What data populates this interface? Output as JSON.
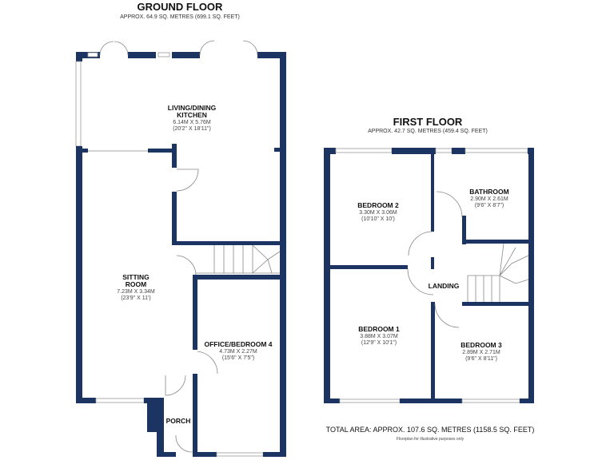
{
  "ground_floor": {
    "title": "GROUND FLOOR",
    "area": "APPROX. 64.9 SQ. METRES (699.1 SQ. FEET)",
    "rooms": [
      {
        "name_line1": "LIVING/DINING",
        "name_line2": "KITCHEN",
        "metric": "6.14M X 5.76M",
        "imperial": "(20'2\" X 18'11\")"
      },
      {
        "name_line1": "SITTING",
        "name_line2": "ROOM",
        "metric": "7.23M X 3.34M",
        "imperial": "(23'9\" X 11')"
      },
      {
        "name_line1": "OFFICE/BEDROOM 4",
        "metric": "4.73M X 2.27M",
        "imperial": "(15'6\" X 7'5\")"
      },
      {
        "name_line1": "PORCH"
      }
    ]
  },
  "first_floor": {
    "title": "FIRST FLOOR",
    "area": "APPROX. 42.7 SQ. METRES (459.4 SQ. FEET)",
    "rooms": [
      {
        "name_line1": "BEDROOM 2",
        "metric": "3.30M X 3.06M",
        "imperial": "(10'10\" X 10')"
      },
      {
        "name_line1": "BATHROOM",
        "metric": "2.90M X 2.61M",
        "imperial": "(9'6\" X 8'7\")"
      },
      {
        "name_line1": "LANDING"
      },
      {
        "name_line1": "BEDROOM 1",
        "metric": "3.88M X 3.07M",
        "imperial": "(12'9\" X 10'1\")"
      },
      {
        "name_line1": "BEDROOM 3",
        "metric": "2.89M X 2.71M",
        "imperial": "(9'6\" X 8'11\")"
      }
    ]
  },
  "total_area": "TOTAL AREA: APPROX. 107.6 SQ. METRES (1158.5 SQ. FEET)",
  "disclaimer": "Floorplan for illustrative purposes only",
  "colors": {
    "wall": "#1b3461"
  }
}
